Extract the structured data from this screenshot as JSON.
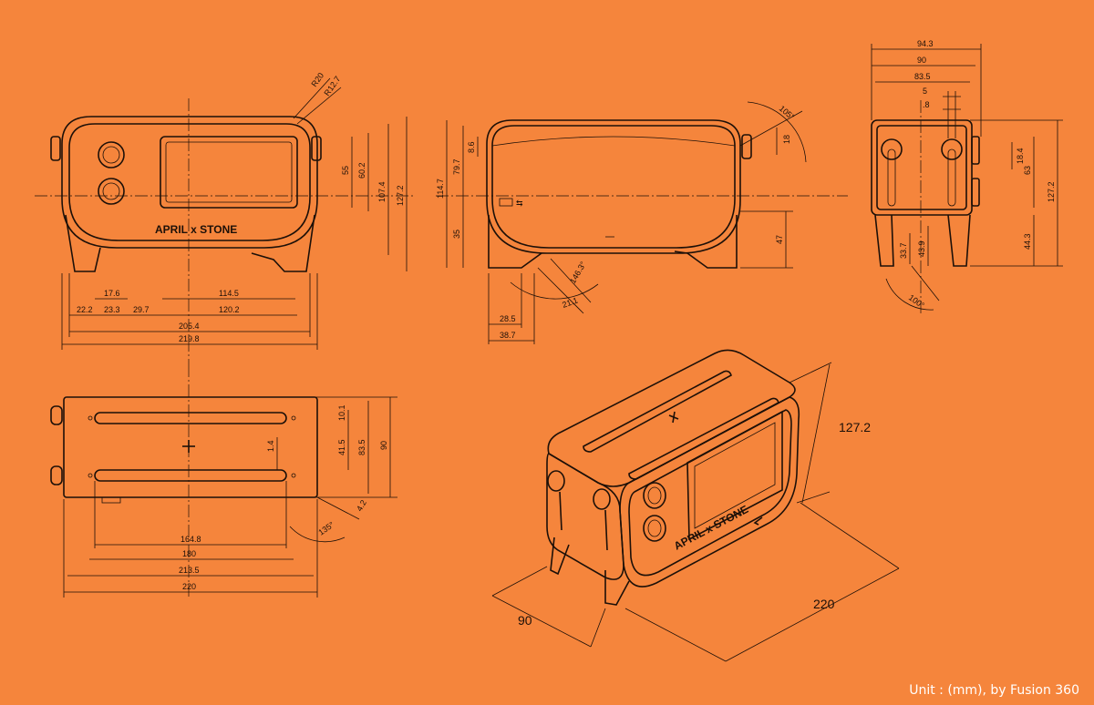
{
  "brand": "APRIL x STONE",
  "footer": "Unit : (mm), by Fusion 360",
  "colors": {
    "background": "#F5853C",
    "line": "#1d1008",
    "footer_text": "#ffffff"
  },
  "front_view": {
    "r_outer": "R20",
    "r_inner": "R12.7",
    "w_17_6": "17.6",
    "w_114_5": "114.5",
    "w_22_2": "22.2",
    "w_23_3": "23.3",
    "w_29_7": "29.7",
    "w_120_2": "120.2",
    "w_205_4": "205.4",
    "w_219_8": "219.8",
    "h_55": "55",
    "h_60_2": "60.2",
    "h_107_4": "107.4",
    "h_127_2": "127.2"
  },
  "side_view": {
    "h_114_7": "114.7",
    "h_79_7": "79.7",
    "h_8_6": "8.6",
    "h_35": "35",
    "h_47": "47",
    "a_105": "105°",
    "h_18": "18",
    "a_146": "146.3°",
    "w_21_1": "21.1",
    "w_28_5": "28.5",
    "w_38_7": "38.7"
  },
  "end_view": {
    "w_94_3": "94.3",
    "w_90": "90",
    "w_83_5": "83.5",
    "w_5": "5",
    "w_8": ".8",
    "h_18_4": "18.4",
    "h_63": "63",
    "h_127_2": "127.2",
    "h_44_3": "44.3",
    "h_33_7": "33.7",
    "h_43_9": "43.9",
    "a_100": "100°"
  },
  "top_view": {
    "h_10_1": "10.1",
    "h_1_4": "1.4",
    "h_41_5": "41.5",
    "h_83_5": "83.5",
    "h_90": "90",
    "w_164_8": "164.8",
    "w_180": "180",
    "w_213_5": "213.5",
    "w_220": "220",
    "a_135": "135°",
    "w_4_2": "4.2"
  },
  "iso_view": {
    "height": "127.2",
    "depth": "90",
    "length": "220"
  }
}
